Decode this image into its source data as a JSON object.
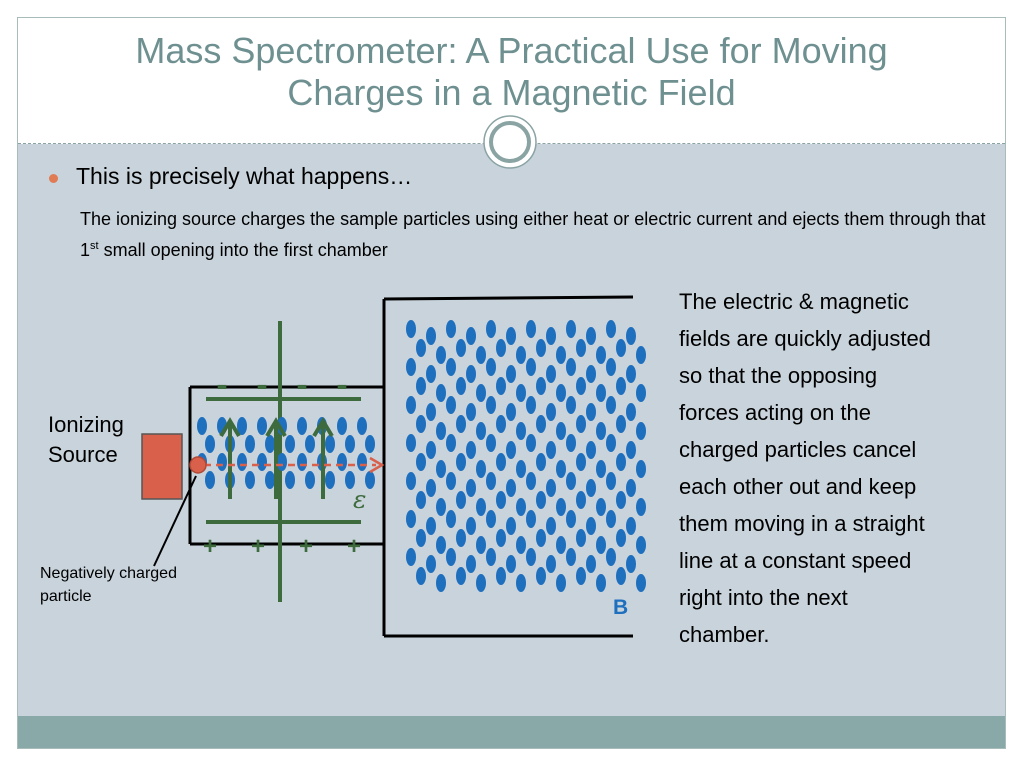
{
  "title": {
    "line1": "Mass Spectrometer: A Practical Use for Moving",
    "line2": "Charges in a Magnetic Field"
  },
  "bullet": {
    "main": "This is precisely what happens…",
    "sub_part1": "The ionizing source charges the sample particles using either heat or electric current  and ejects them through that 1",
    "sub_sup": "st",
    "sub_part2": " small opening into the first chamber"
  },
  "side_text": "The electric & magnetic\nfields are quickly adjusted\nso that the opposing\nforces acting on the\ncharged particles cancel\neach other out and keep\nthem moving in a straight\nline at a constant speed\nright into the next\nchamber.",
  "diagram": {
    "ionizing_source_label": "Ionizing\nSource",
    "particle_label": "Negatively charged\nparticle",
    "magnetic_field_label": "B",
    "electric_field_label": "ε",
    "minus_sign": "-",
    "plus_sign": "+"
  },
  "colors": {
    "title": "#6f9090",
    "content_bg": "#c8d3db",
    "footer": "#89a9a9",
    "bullet": "#e07b54",
    "field_dot": "#1f6fbf",
    "plate": "#3d6b3d",
    "source": "#d9604a"
  }
}
